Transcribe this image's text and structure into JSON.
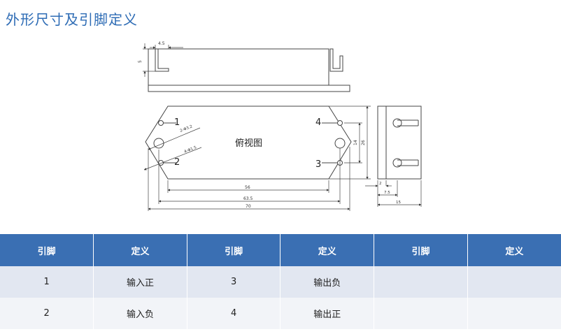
{
  "title": "外形尺寸及引脚定义",
  "drawing": {
    "center_label": "俯视图",
    "pins": [
      "1",
      "2",
      "3",
      "4"
    ],
    "callouts": [
      "2-Φ3.2",
      "4-Φ1.5"
    ],
    "dims": {
      "lug_width": "4.5",
      "lug_height": "5",
      "inner_length": "56",
      "mid_length": "63.5",
      "total_length": "70",
      "hole_spacing": "14",
      "total_width": "26",
      "side_a": "2",
      "side_b": "7.5",
      "side_c": "15"
    }
  },
  "table": {
    "headers": [
      "引脚",
      "定义",
      "引脚",
      "定义",
      "引脚",
      "定义"
    ],
    "rows": [
      [
        "1",
        "输入正",
        "3",
        "输出负",
        "",
        ""
      ],
      [
        "2",
        "输入负",
        "4",
        "输出正",
        "",
        ""
      ]
    ]
  }
}
